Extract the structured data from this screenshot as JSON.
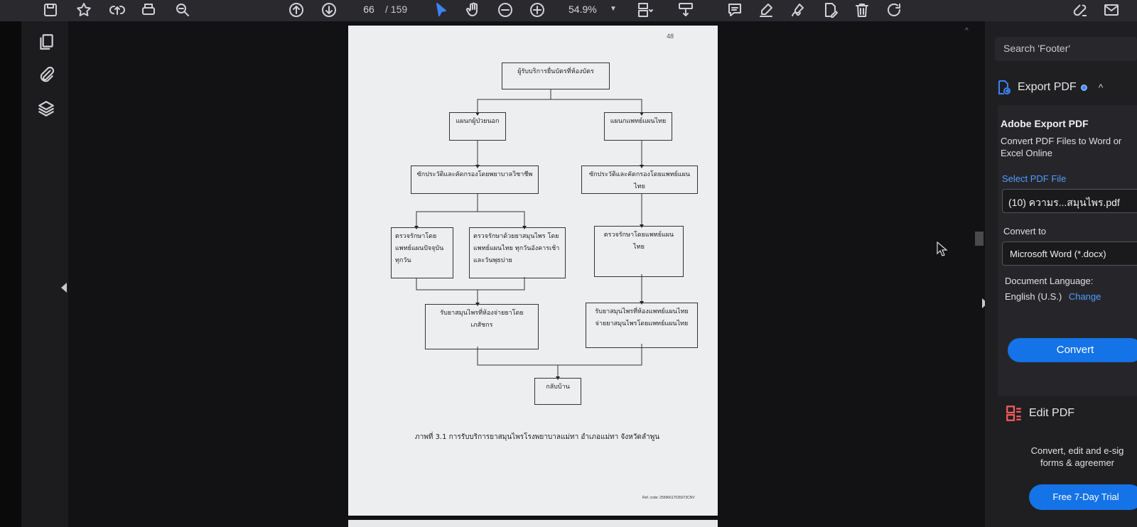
{
  "toolbar": {
    "page_current": "66",
    "page_total": "/ 159",
    "zoom": "54.9%",
    "icons": [
      "save-icon",
      "star-icon",
      "share-icon",
      "print-icon",
      "zoom-search-icon",
      "page-up-icon",
      "page-down-icon",
      "select-cursor-icon",
      "hand-icon",
      "zoom-out-icon",
      "zoom-in-icon",
      "fit-page-icon",
      "scroll-mode-icon",
      "comment-icon",
      "highlight-icon",
      "sign-icon",
      "fill-sign-icon",
      "delete-icon",
      "rotate-icon",
      "attach-sign-icon",
      "mail-icon"
    ]
  },
  "document": {
    "page_number": "48",
    "flowchart": {
      "top": "ผู้รับบริการยื่นบัตรที่ห้องบัตร",
      "left_dept": "แผนกผู้ป่วยนอก",
      "right_dept": "แผนกแพทย์แผนไทย",
      "left_screen": "ซักประวัติและคัดกรองโดยพยาบาลวิชาชีพ",
      "right_screen": "ซักประวัติและคัดกรองโดยแพทย์แผนไทย",
      "modern": "ตรวจรักษาโดยแพทย์แผนปัจจุบันทุกวัน",
      "herbal": "ตรวจรักษาด้วยยาสมุนไพร โดยแพทย์แผนไทย ทุกวันอังคารเช้าและวันพุธบ่าย",
      "thai_exam": "ตรวจรักษาโดยแพทย์แผนไทย",
      "pharmacy": "รับยาสมุนไพรที่ห้องจ่ายยาโดยเภสัชกร",
      "thai_dispense": "รับยาสมุนไพรที่ห้องแพทย์แผนไทย จ่ายยาสมุนไพรโดยแพทย์แผนไทย",
      "home": "กลับบ้าน"
    },
    "caption": "ภาพที่ 3.1 การรับบริการยาสมุนไพรโรงพยาบาลแม่ทา อำเภอแม่ทา จังหวัดลำพูน",
    "ref_code": "Ref. code: 25596617035073CNV"
  },
  "panel": {
    "search_placeholder": "Search 'Footer'",
    "export_title": "Export PDF",
    "card_title": "Adobe Export PDF",
    "card_desc": "Convert PDF Files to Word or Excel Online",
    "select_label": "Select PDF File",
    "file_name": "(10) ความร...สมุนไพร.pdf",
    "convert_to_label": "Convert to",
    "format": "Microsoft Word (*.docx)",
    "lang_label": "Document Language:",
    "lang_value": "English (U.S.)",
    "change_label": "Change",
    "convert_button": "Convert",
    "edit_title": "Edit PDF",
    "edit_desc_1": "Convert, edit and e-sig",
    "edit_desc_2": "forms & agreemer",
    "trial_button": "Free 7-Day Trial"
  },
  "colors": {
    "accent": "#1473e6",
    "link": "#4f9dff",
    "toolbar_bg": "#2a2a2e",
    "panel_bg": "#1f1f22"
  }
}
